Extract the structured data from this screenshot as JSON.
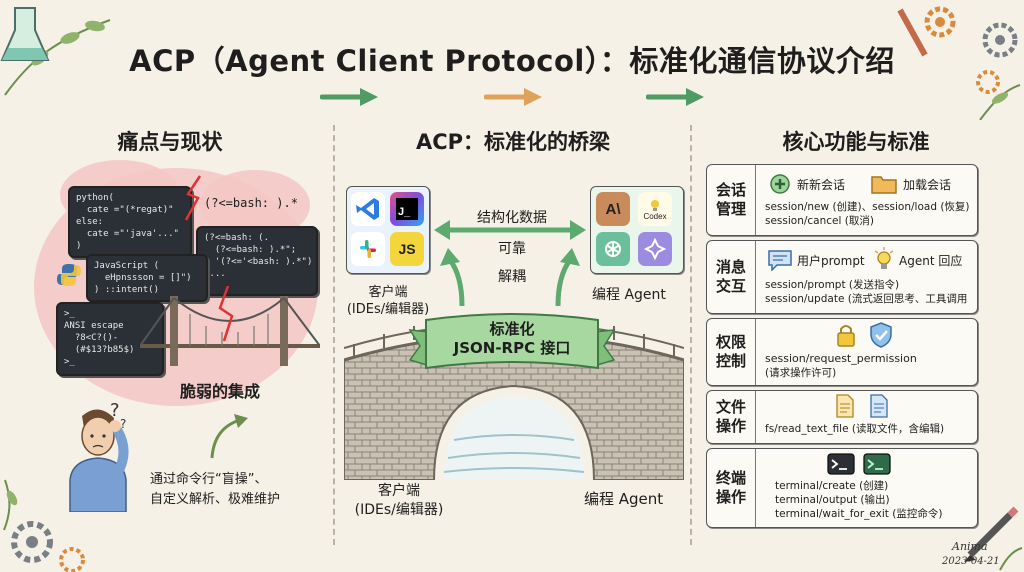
{
  "title": "ACP（Agent Client Protocol）：标准化通信协议介绍",
  "left": {
    "heading": "痛点与现状",
    "code1": "python(\n  cate =\"(*regat)\"\nelse:\n  cate =\"'java'...\"\n)",
    "code2": "(?<=bash: ).*",
    "code3": "(?<=bash: (.\n  (?<=bash: ).*\";\n  '(?<='<bash: ).*\")\n)...",
    "code4": "JavaScript (\n  eHpnssson = []\")\n) ::intent()",
    "code5": ">_\nANSI escape\n  ?8<C?()-\n  (#$13?b85$)\n>_",
    "fragile": "脆弱的集成",
    "caption": "通过命令行“盲操”、\n自定义解析、极难维护"
  },
  "middle": {
    "heading": "ACP：标准化的桥梁",
    "client_label": "客户端\n(IDEs/编辑器)",
    "agent_label": "编程 Agent",
    "bridge_terms": [
      "结构化数据",
      "可靠",
      "解耦"
    ],
    "banner": "标准化\nJSON-RPC 接口",
    "bottom_client": "客户端\n(IDEs/编辑器)",
    "bottom_agent": "编程 Agent",
    "client_icons": [
      "vscode-icon",
      "jetbrains-icon",
      "slack-icon",
      "js-icon"
    ],
    "js_text": "JS",
    "agent_icons": [
      "anthropic-icon",
      "codex-icon",
      "openai-icon",
      "gemini-icon"
    ],
    "anthropic_text": "A\\",
    "codex_text": "Codex"
  },
  "right": {
    "heading": "核心功能与标准",
    "cards": [
      {
        "cat": "会话\n管理",
        "item1": "新新会话",
        "item2": "加载会话",
        "lines": [
          "session/new (创建)、session/load (恢复)",
          "session/cancel (取消)"
        ]
      },
      {
        "cat": "消息\n交互",
        "item1": "用户prompt",
        "item2": "Agent 回应",
        "lines": [
          "session/prompt (发送指令)",
          "session/update (流式返回思考、工具调用"
        ]
      },
      {
        "cat": "权限\n控制",
        "lines": [
          "session/request_permission",
          "(请求操作许可)"
        ]
      },
      {
        "cat": "文件\n操作",
        "lines": [
          "fs/read_text_file (读取文件，含编辑)"
        ]
      },
      {
        "cat": "终端\n操作",
        "lines": [
          "terminal/create (创建)",
          "terminal/output (输出)",
          "terminal/wait_for_exit (监控命令)"
        ]
      }
    ]
  },
  "signature": {
    "name": "Anima",
    "date": "2023-04-21"
  },
  "colors": {
    "arrow_green": "#4f9b63",
    "arrow_orange": "#e0a25a",
    "cloud_red": "#f3c7c4",
    "banner_green": "#a7d8a0"
  }
}
